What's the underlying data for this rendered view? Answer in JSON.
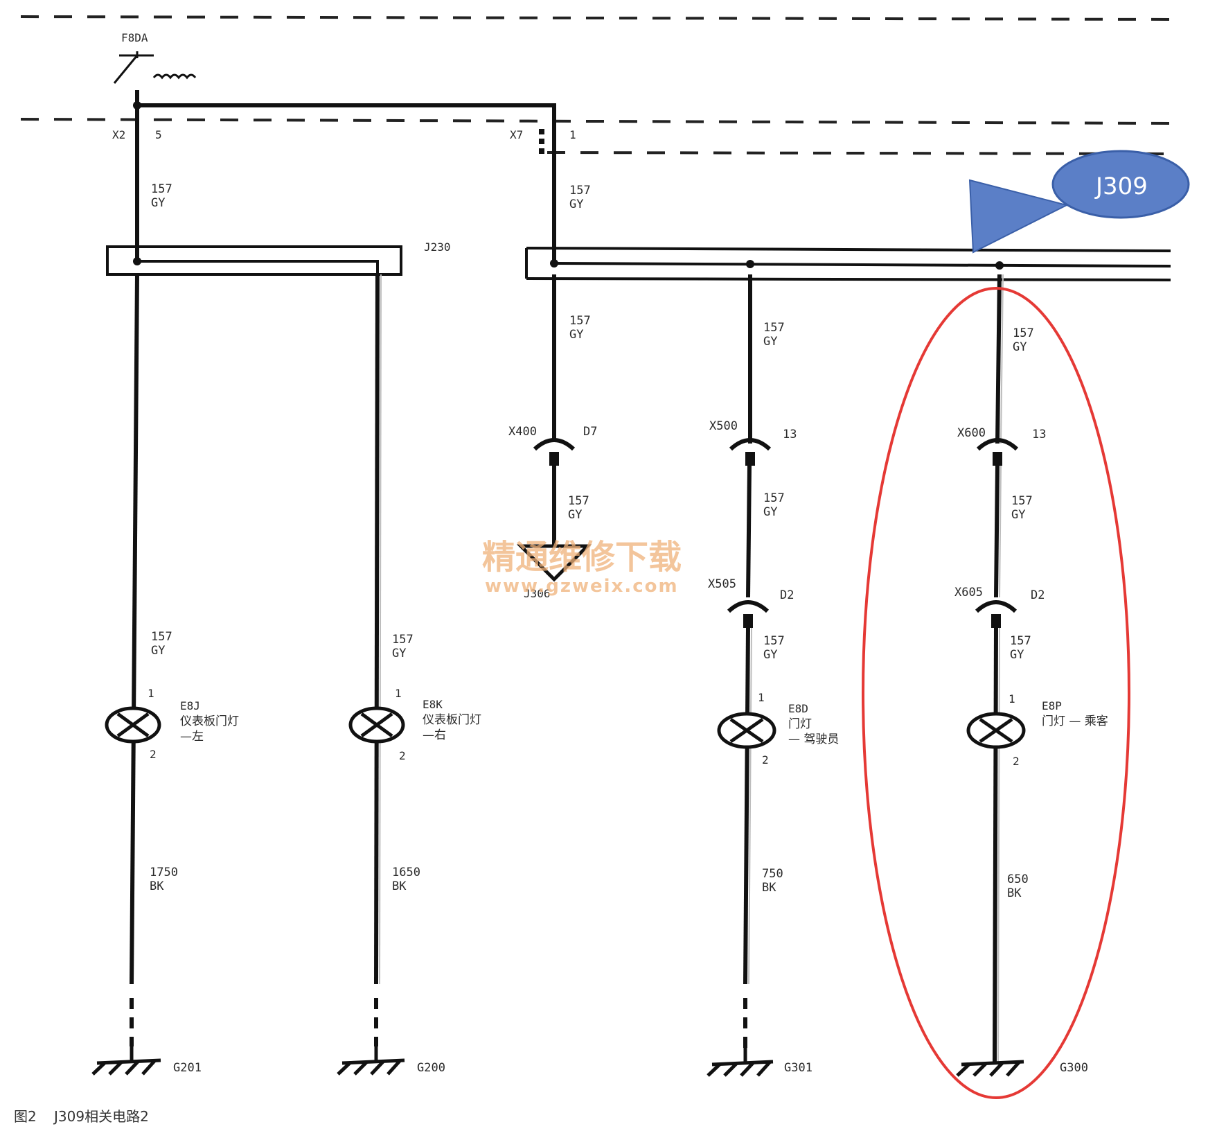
{
  "top": {
    "fuse_label": "F8DA",
    "conn_x2": "X2",
    "conn_x2_pin": "5",
    "conn_x7": "X7",
    "conn_x7_pin": "1",
    "module_j230": "J230",
    "callout": "J309"
  },
  "wires": {
    "w157": "157",
    "gy": "GY",
    "bk": "BK",
    "w1750": "1750",
    "w1650": "1650",
    "w750": "750",
    "w650": "650"
  },
  "connectors": {
    "x400": "X400",
    "x400_pin": "D7",
    "x500": "X500",
    "x500_pin": "13",
    "x600": "X600",
    "x600_pin": "13",
    "x505": "X505",
    "x505_pin": "D2",
    "x605": "X605",
    "x605_pin": "D2",
    "j306": "J306"
  },
  "lamps": {
    "pin1": "1",
    "pin2": "2",
    "e8j_id": "E8J",
    "e8j_l1": "仪表板门灯",
    "e8j_l2": "—左",
    "e8k_id": "E8K",
    "e8k_l1": "仪表板门灯",
    "e8k_l2": "—右",
    "e8d_id": "E8D",
    "e8d_l1": "门灯",
    "e8d_l2": "— 驾驶员",
    "e8p_id": "E8P",
    "e8p_l1": "门灯 — 乘客"
  },
  "grounds": {
    "g201": "G201",
    "g200": "G200",
    "g301": "G301",
    "g300": "G300"
  },
  "watermark": {
    "cn": "精通维修下载",
    "url": "www.gzweix.com"
  },
  "caption": {
    "fig": "图2",
    "title": "J309相关电路2"
  },
  "colors": {
    "highlight": "#e53935",
    "callout_fill": "#5b7fc7",
    "watermark": "#f0b27a"
  }
}
